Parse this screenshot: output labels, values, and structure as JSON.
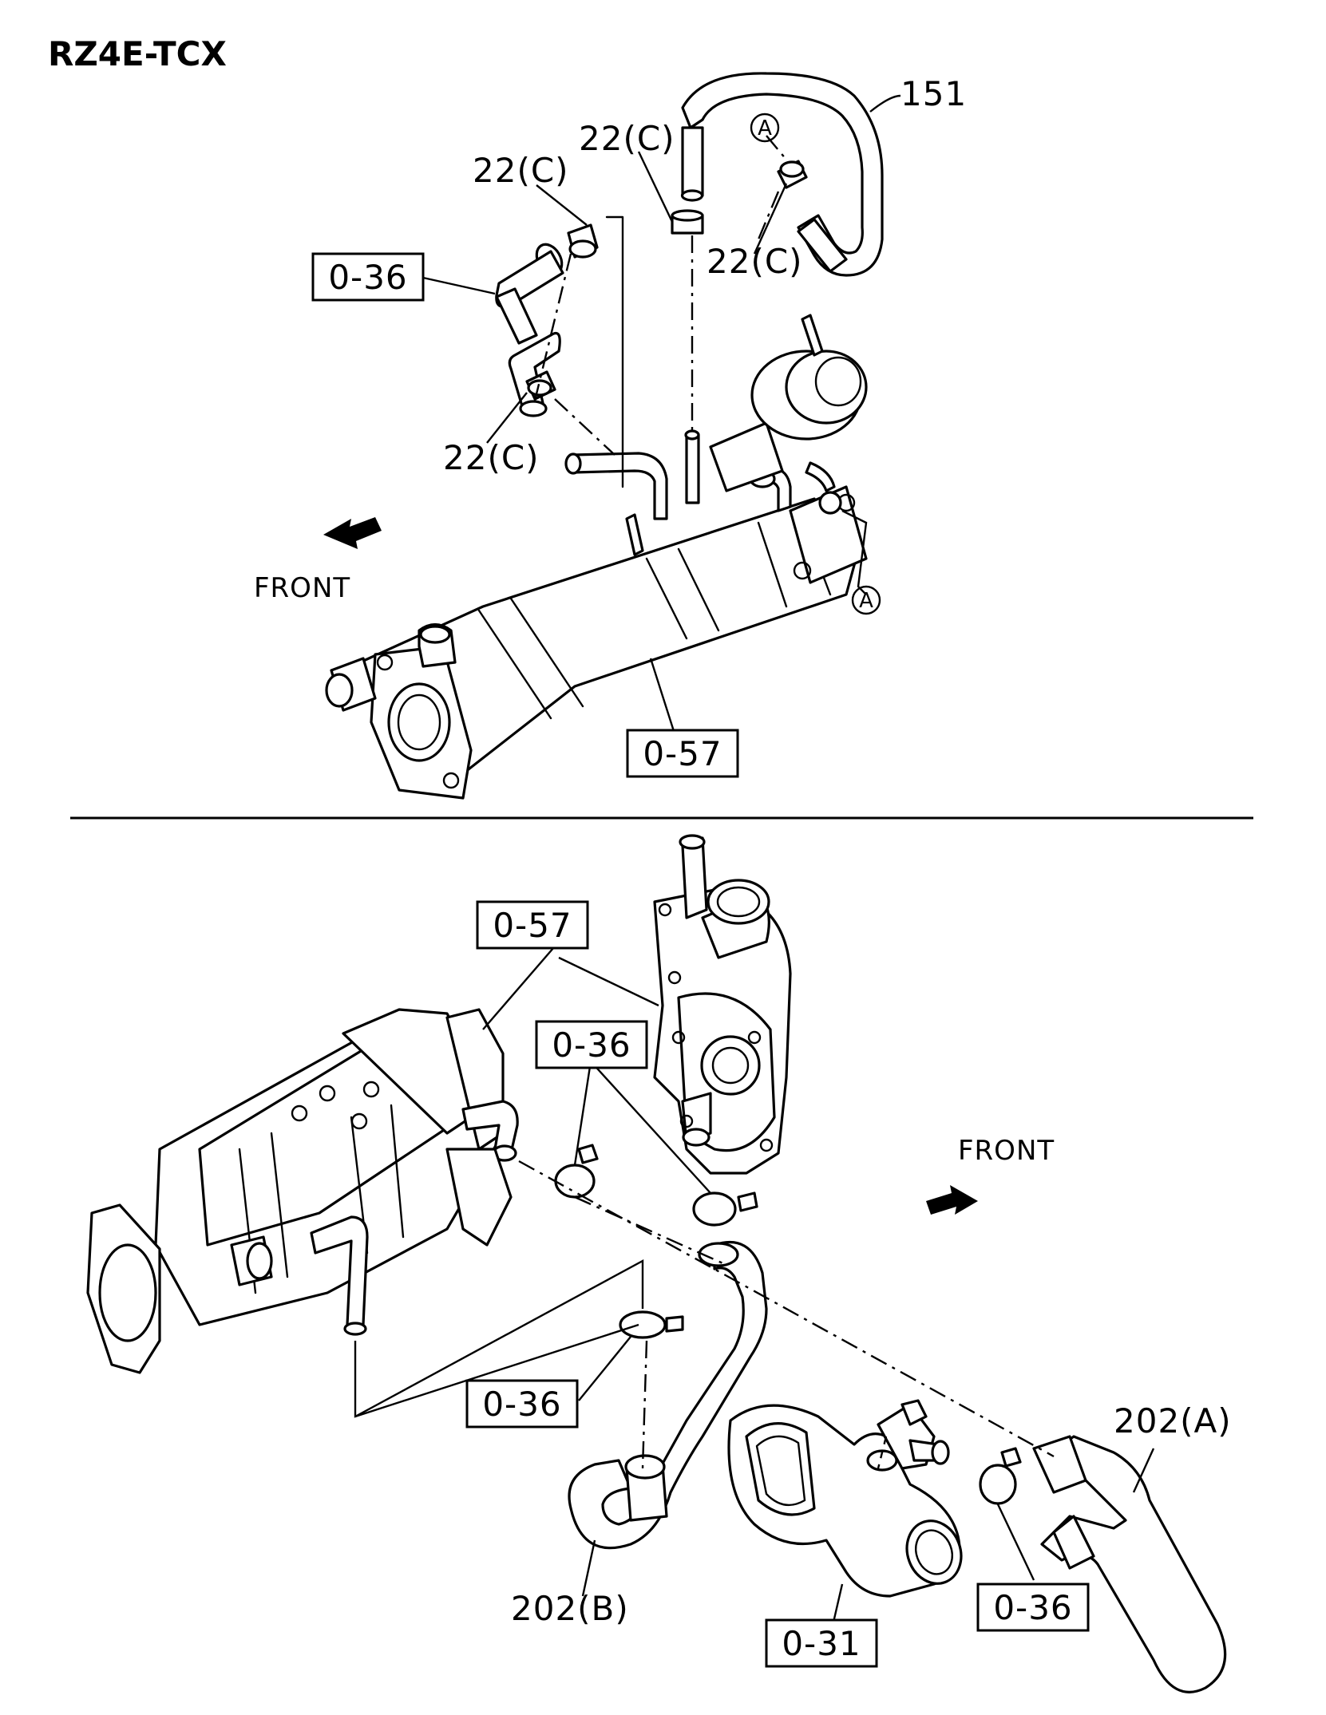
{
  "header": {
    "model": "RZ4E-TCX"
  },
  "top_diagram": {
    "callouts": {
      "hose_151": "151",
      "clamp_a": "22(C)",
      "clamp_b": "22(C)",
      "clamp_c": "22(C)",
      "clamp_d": "22(C)",
      "ref_hose": "0-36",
      "ref_cooler": "0-57",
      "marker_top": "A",
      "marker_bottom": "A"
    },
    "direction": "FRONT"
  },
  "bottom_diagram": {
    "callouts": {
      "ref_cooler": "0-57",
      "ref_clamp_upper": "0-36",
      "ref_clamp_middle": "0-36",
      "ref_clamp_right": "0-36",
      "hose_b": "202(B)",
      "hose_a": "202(A)",
      "ref_thermostat": "0-31"
    },
    "direction": "FRONT"
  },
  "colors": {
    "ink": "#000000",
    "paper": "#ffffff"
  }
}
